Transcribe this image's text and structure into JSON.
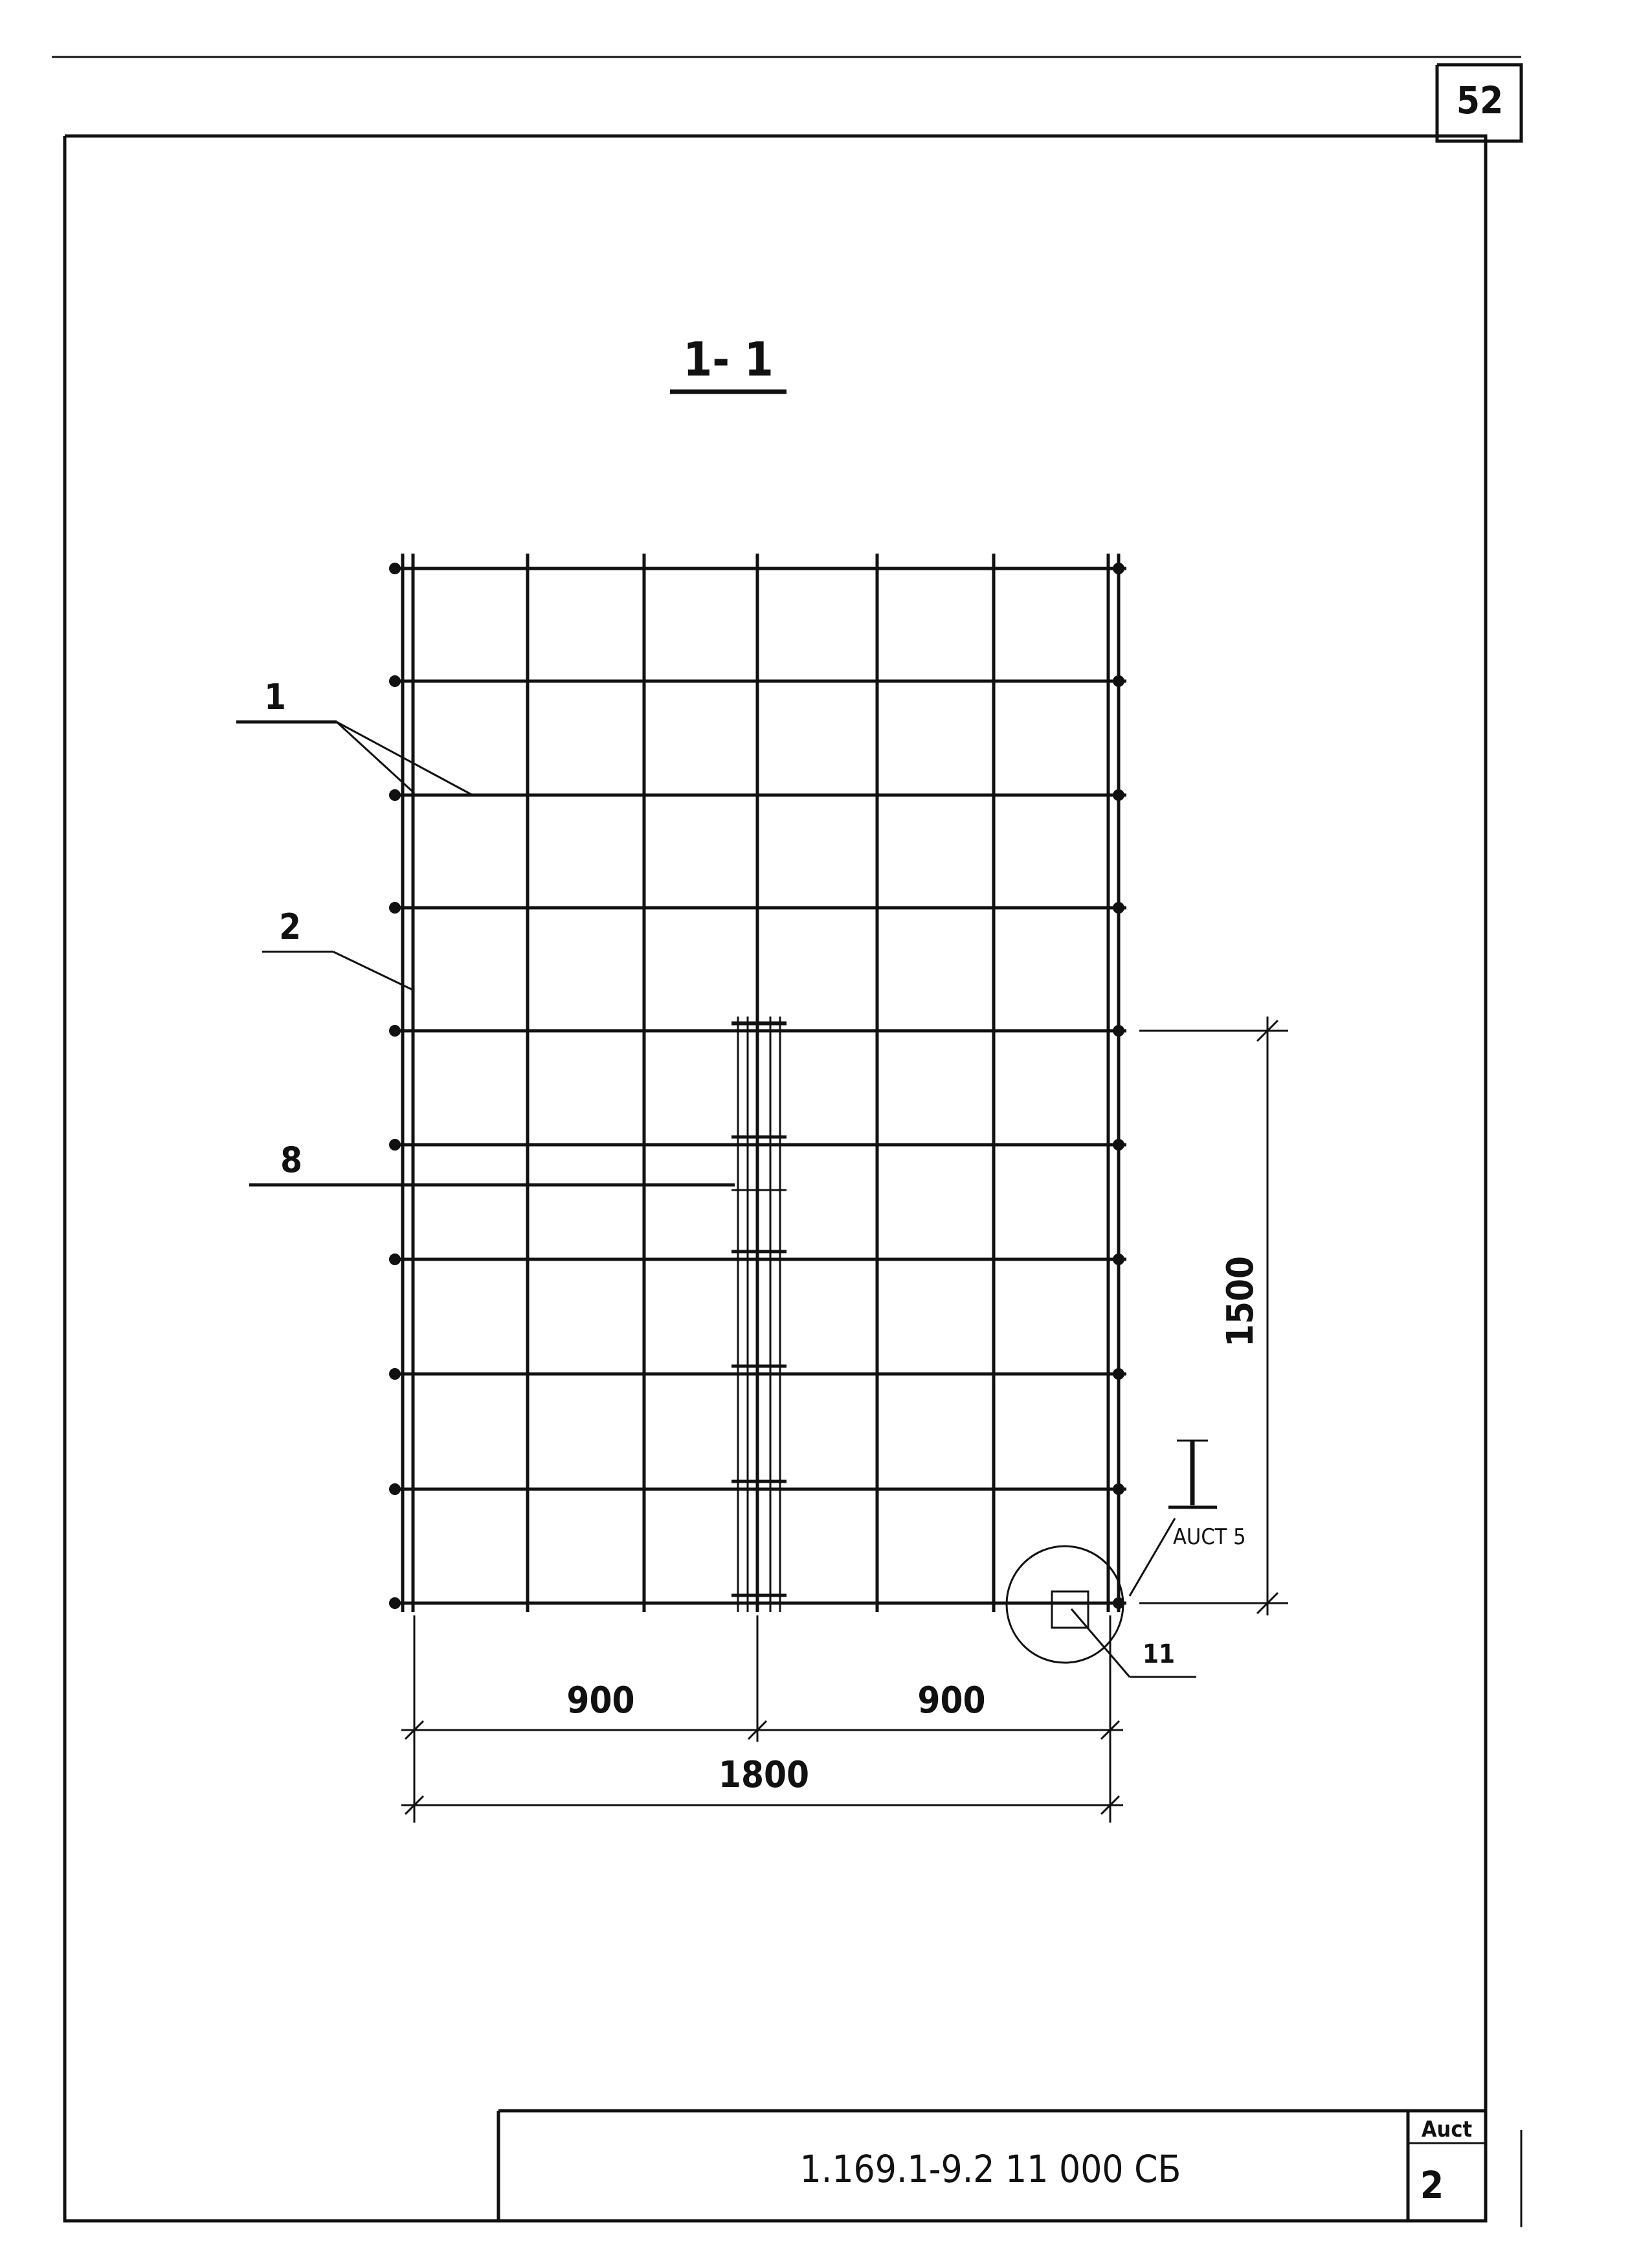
{
  "sheet_corner_number": "52",
  "section_title": "1- 1",
  "callouts": {
    "rebar_1": "1",
    "rebar_2": "2",
    "rebar_8": "8",
    "rebar_11": "11"
  },
  "detail_marker": {
    "number": "I",
    "sheet_ref": "AUCT 5"
  },
  "dimensions": {
    "height": "1500",
    "left_half": "900",
    "right_half": "900",
    "total_width": "1800"
  },
  "title_block": {
    "document_code": "1.169.1-9.2 11 000 CБ",
    "sheet_label": "Auct",
    "sheet_number": "2"
  }
}
